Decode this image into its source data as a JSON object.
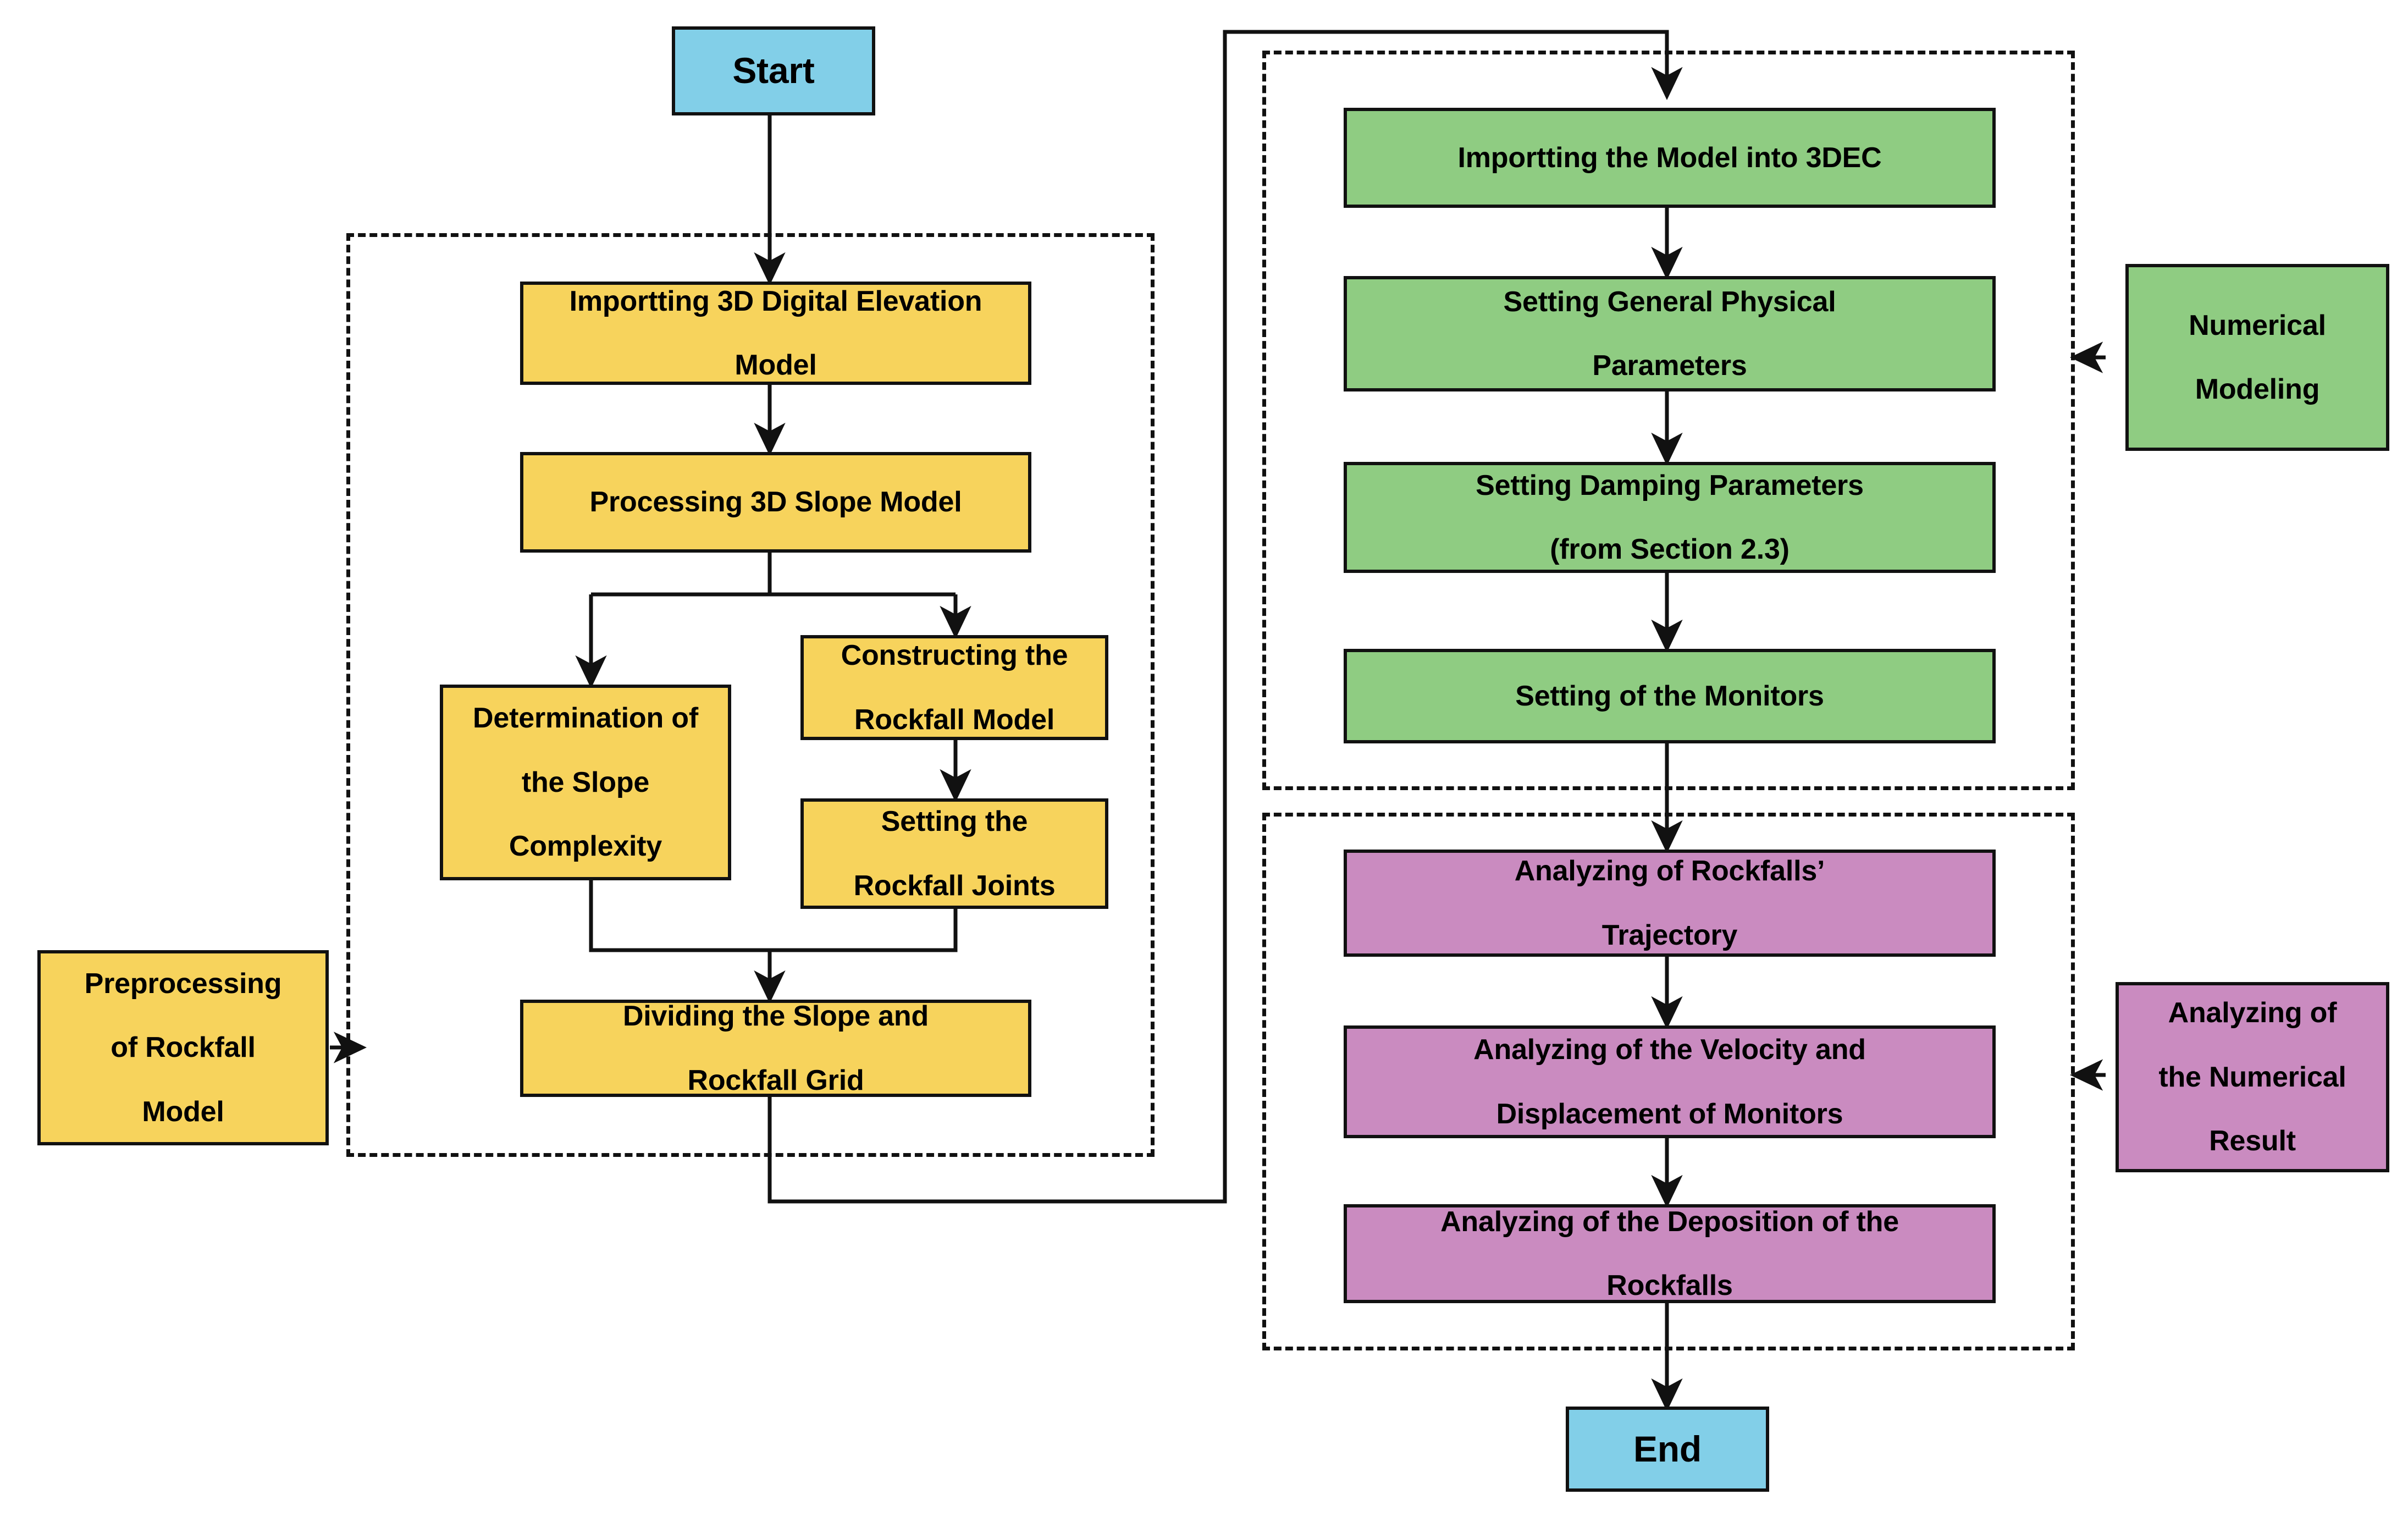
{
  "diagram": {
    "title": "Rockfall Numerical Modeling Workflow Flowchart",
    "type": "flowchart",
    "colors": {
      "terminal": "#82CFE8",
      "preprocessing": "#F7D35C",
      "numerical_modeling": "#8FCC82",
      "analysis": "#CA8BC0",
      "stroke": "#111111",
      "background": "#FFFFFF"
    },
    "groups": [
      {
        "id": "group-preprocessing",
        "label": "Preprocessing of Rockfall Model",
        "style": "dashed"
      },
      {
        "id": "group-numerical-modeling",
        "label": "Numerical Modeling",
        "style": "dashed"
      },
      {
        "id": "group-analyzing-result",
        "label": "Analyzing of the Numerical Result",
        "style": "dashed"
      }
    ],
    "nodes": {
      "start": "Start",
      "end": "End",
      "import_dem": "Importting 3D Digital Elevation Model",
      "process_slope": "Processing 3D Slope Model",
      "determine_complexity": "Determination of the Slope Complexity",
      "construct_rockfall": "Constructing the Rockfall Model",
      "setting_joints": "Setting the Rockfall Joints",
      "dividing_grid": "Dividing the Slope and Rockfall Grid",
      "import_3dec": "Importting the Model into 3DEC",
      "general_params": "Setting General Physical Parameters",
      "damping_params": "Setting Damping Parameters (from Section 2.3)",
      "monitors": "Setting of the Monitors",
      "analyze_trajectory": "Analyzing of Rockfalls’ Trajectory",
      "analyze_velocity": "Analyzing of the Velocity and Displacement of Monitors",
      "analyze_deposition": "Analyzing of the Deposition of the Rockfalls"
    },
    "side_labels": {
      "preprocessing": "Preprocessing of Rockfall Model",
      "numerical_modeling": "Numerical Modeling",
      "analyzing_result": "Analyzing of the Numerical Result"
    },
    "node_lines": {
      "import_dem": [
        "Importting 3D Digital Elevation",
        "Model"
      ],
      "process_slope": [
        "Processing 3D Slope Model"
      ],
      "determine_complexity": [
        "Determination of",
        "the Slope",
        "Complexity"
      ],
      "construct_rockfall": [
        "Constructing the",
        "Rockfall Model"
      ],
      "setting_joints": [
        "Setting the",
        "Rockfall Joints"
      ],
      "dividing_grid": [
        "Dividing the Slope and",
        "Rockfall Grid"
      ],
      "import_3dec": [
        "Importting the Model into 3DEC"
      ],
      "general_params": [
        "Setting General Physical",
        "Parameters"
      ],
      "damping_params": [
        "Setting Damping Parameters",
        "(from Section 2.3)"
      ],
      "monitors": [
        "Setting of the Monitors"
      ],
      "analyze_trajectory": [
        "Analyzing of Rockfalls’",
        "Trajectory"
      ],
      "analyze_velocity": [
        "Analyzing of the Velocity and",
        "Displacement of Monitors"
      ],
      "analyze_deposition": [
        "Analyzing of the Deposition of the",
        "Rockfalls"
      ],
      "preprocessing_label": [
        "Preprocessing",
        "of Rockfall",
        "Model"
      ],
      "numerical_modeling_label": [
        "Numerical",
        "Modeling"
      ],
      "analyzing_result_label": [
        "Analyzing of",
        "the Numerical",
        "Result"
      ]
    },
    "edges": [
      {
        "from": "start",
        "to": "import_dem"
      },
      {
        "from": "import_dem",
        "to": "process_slope"
      },
      {
        "from": "process_slope",
        "to": "determine_complexity"
      },
      {
        "from": "process_slope",
        "to": "construct_rockfall"
      },
      {
        "from": "construct_rockfall",
        "to": "setting_joints"
      },
      {
        "from": "determine_complexity",
        "to": "dividing_grid"
      },
      {
        "from": "setting_joints",
        "to": "dividing_grid"
      },
      {
        "from": "dividing_grid",
        "to": "import_3dec"
      },
      {
        "from": "import_3dec",
        "to": "general_params"
      },
      {
        "from": "general_params",
        "to": "damping_params"
      },
      {
        "from": "damping_params",
        "to": "monitors"
      },
      {
        "from": "monitors",
        "to": "analyze_trajectory"
      },
      {
        "from": "analyze_trajectory",
        "to": "analyze_velocity"
      },
      {
        "from": "analyze_velocity",
        "to": "analyze_deposition"
      },
      {
        "from": "analyze_deposition",
        "to": "end"
      },
      {
        "from": "preprocessing_label",
        "to": "group-preprocessing"
      },
      {
        "from": "numerical_modeling_label",
        "to": "group-numerical-modeling"
      },
      {
        "from": "analyzing_result_label",
        "to": "group-analyzing-result"
      }
    ]
  }
}
